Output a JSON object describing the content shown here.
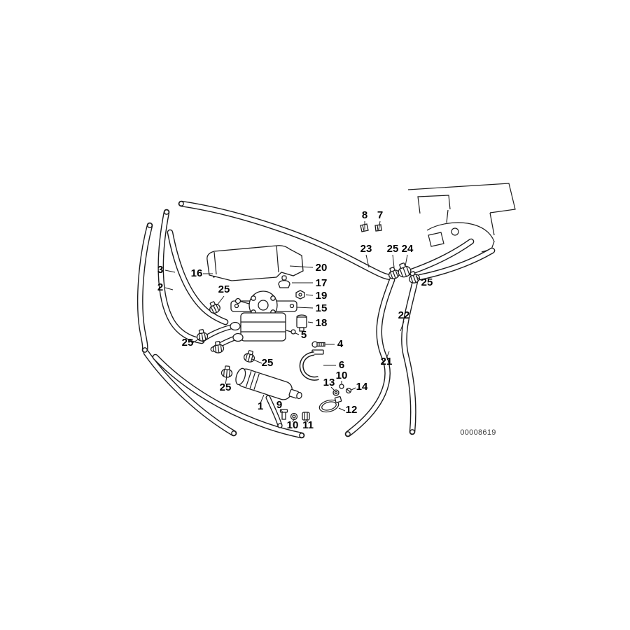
{
  "diagram": {
    "doc_number": "00008619",
    "callouts": [
      "8",
      "7",
      "23",
      "25",
      "24",
      "25",
      "20",
      "17",
      "19",
      "15",
      "18",
      "5",
      "4",
      "6",
      "3",
      "16",
      "2",
      "25",
      "25",
      "25",
      "25",
      "1",
      "9",
      "10",
      "11",
      "13",
      "10",
      "14",
      "12",
      "22",
      "21"
    ]
  }
}
